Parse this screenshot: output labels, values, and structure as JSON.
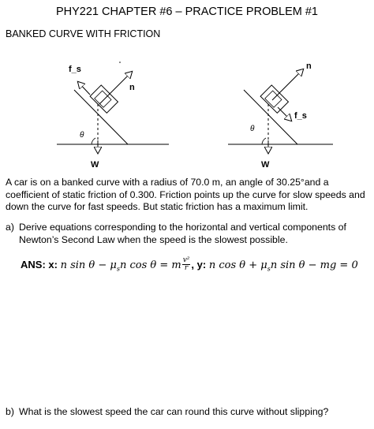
{
  "header": {
    "title": "PHY221 CHAPTER #6 – PRACTICE PROBLEM #1",
    "section": "BANKED CURVE WITH FRICTION"
  },
  "diagram_left": {
    "friction_label": "f_s",
    "normal_label": "n",
    "angle_label": "θ",
    "weight_label": "W"
  },
  "diagram_right": {
    "friction_label": "f_s",
    "normal_label": "n",
    "angle_label": "θ",
    "weight_label": "W"
  },
  "intro": "A car is on a banked curve with a radius of 70.0 m, an angle of 30.25°and a coefficient of static friction of 0.300.  Friction points up the curve for slow speeds and down the curve for fast speeds.  But static friction has a maximum limit.",
  "part_a": {
    "label": "a)",
    "text": "Derive equations corresponding to the horizontal and vertical components of Newton’s Second Law when the speed is the slowest possible.",
    "answer": {
      "prefix": "ANS:",
      "x_label": "x:",
      "x_eq_left": "n sin θ − μ",
      "x_eq_mid": "n cos θ = m",
      "frac_num": "v²",
      "frac_den": "r",
      "sep": ",",
      "y_label": "y:",
      "y_eq_left": "n cos θ + μ",
      "y_eq_right": "n sin θ − mg = 0",
      "sub": "s"
    }
  },
  "part_b": {
    "label": "b)",
    "text": "What is the slowest speed the car can round this curve without slipping?"
  }
}
